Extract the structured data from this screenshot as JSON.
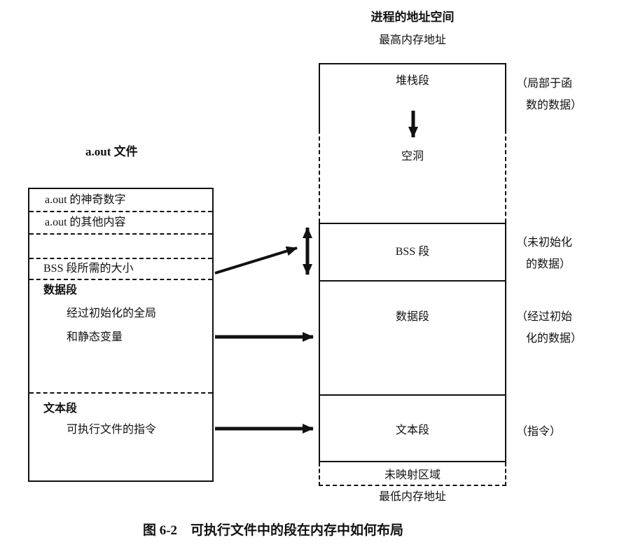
{
  "figure": {
    "caption": "图 6-2　可执行文件中的段在内存中如何布局"
  },
  "aout": {
    "title": "a.out 文件",
    "magic": "a.out 的神奇数字",
    "other": "a.out 的其他内容",
    "bss_size": "BSS 段所需的大小",
    "data_heading": "数据段",
    "data_desc1": "经过初始化的全局",
    "data_desc2": "和静态变量",
    "text_heading": "文本段",
    "text_desc": "可执行文件的指令"
  },
  "memory": {
    "title": "进程的地址空间",
    "highest": "最高内存地址",
    "lowest": "最低内存地址",
    "stack": "堆栈段",
    "hole": "空洞",
    "bss": "BSS 段",
    "data": "数据段",
    "text": "文本段",
    "unmapped": "未映射区域"
  },
  "notes": {
    "stack_l1": "（局部于函",
    "stack_l2": "数的数据）",
    "bss_l1": "（未初始化",
    "bss_l2": "的数据）",
    "data_l1": "（经过初始",
    "data_l2": "化的数据）",
    "text_l1": "（指令）"
  },
  "colors": {
    "ink": "#111111",
    "background": "#ffffff"
  }
}
